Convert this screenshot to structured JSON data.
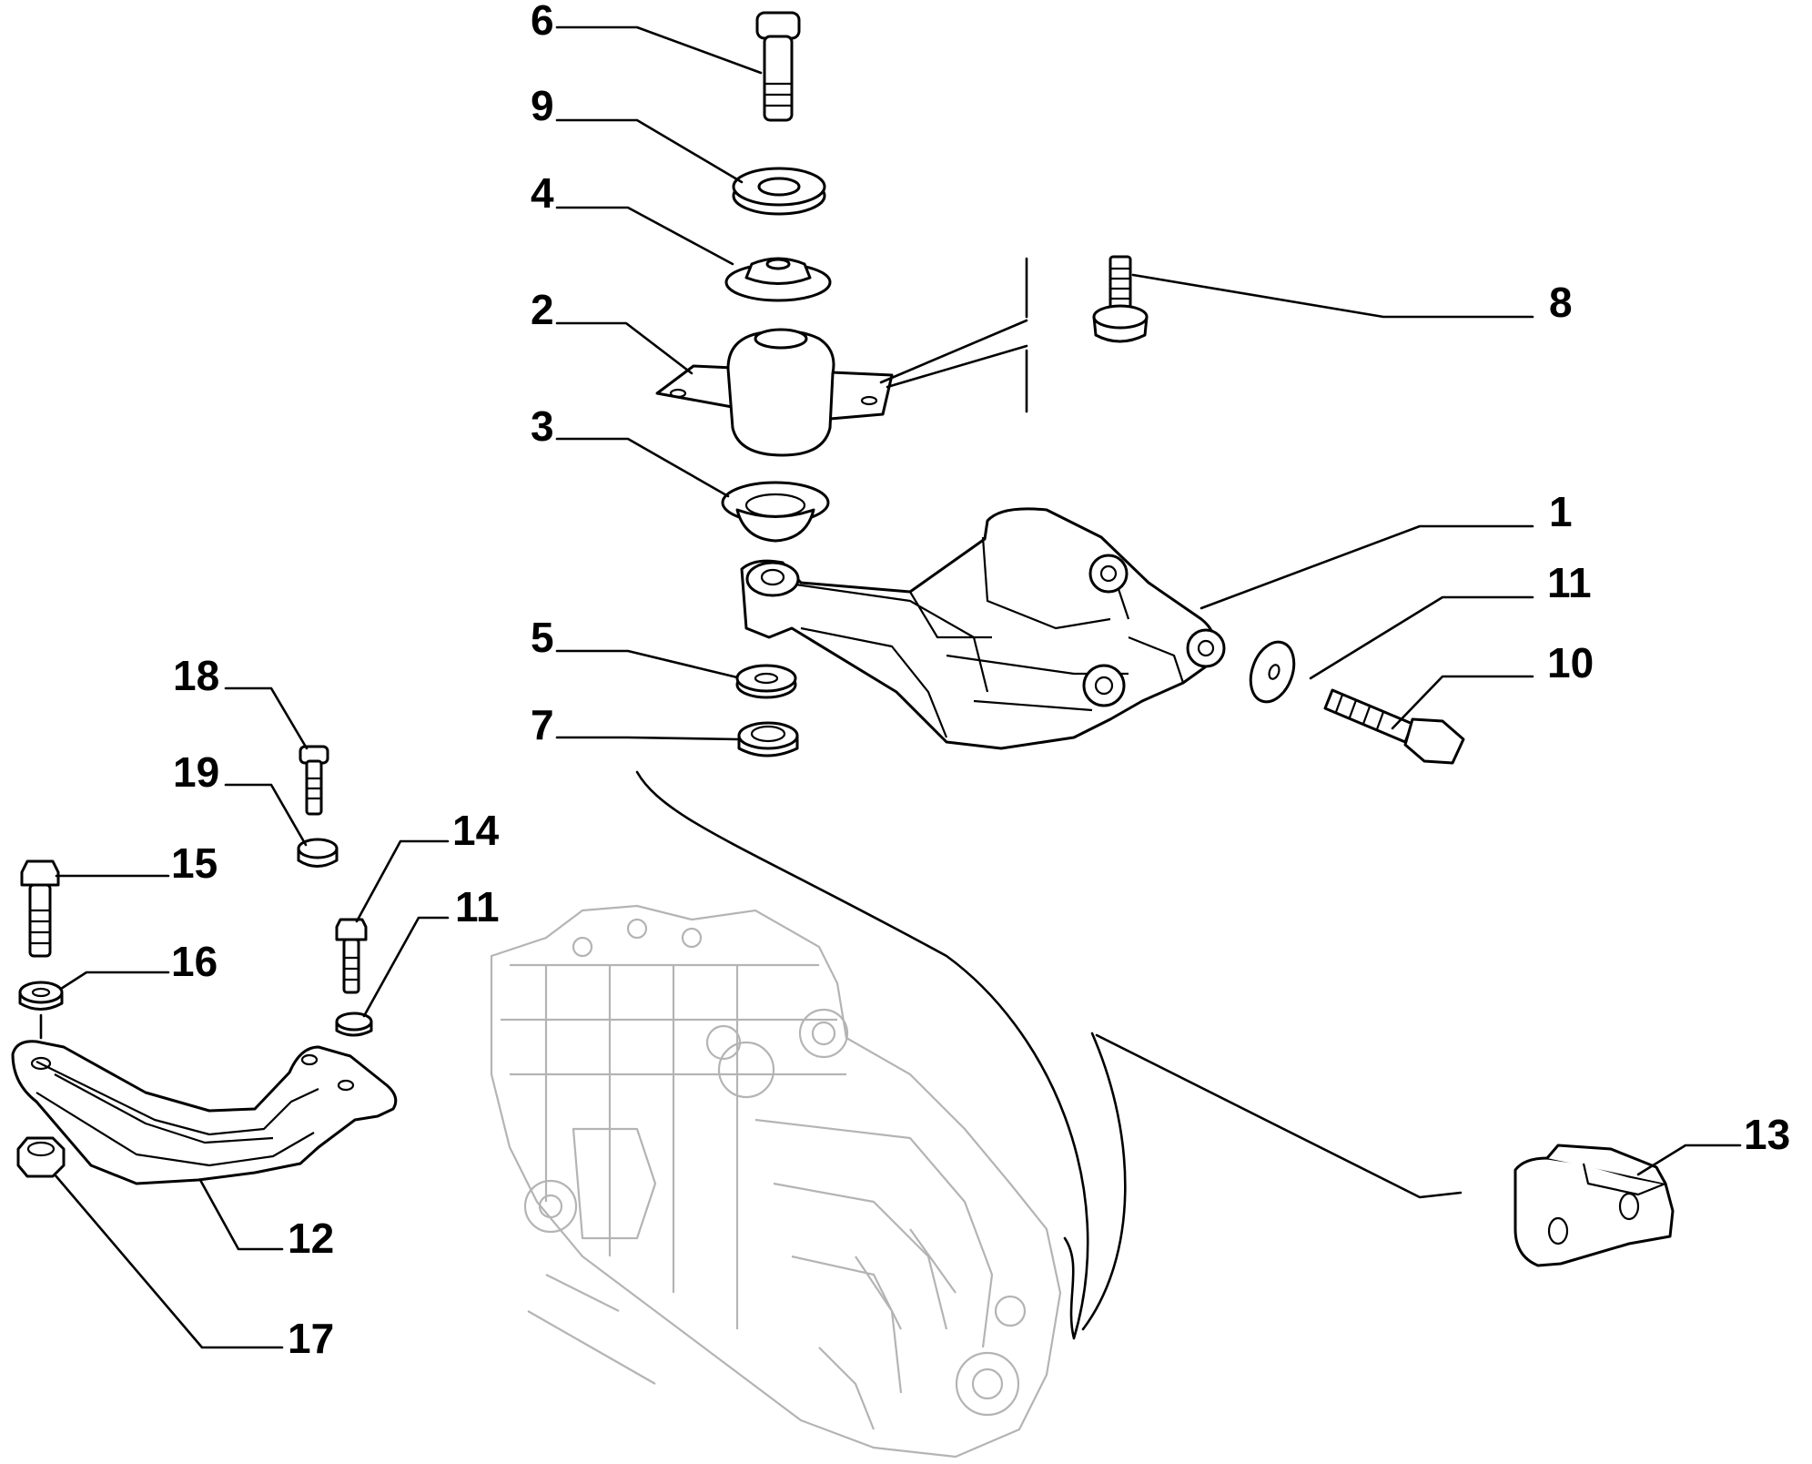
{
  "callouts": {
    "part_1": "1",
    "part_2": "2",
    "part_3": "3",
    "part_4": "4",
    "part_5": "5",
    "part_6": "6",
    "part_7": "7",
    "part_8": "8",
    "part_9": "9",
    "part_10": "10",
    "part_11_upper": "11",
    "part_11_lower": "11",
    "part_12": "12",
    "part_13": "13",
    "part_14": "14",
    "part_15": "15",
    "part_16": "16",
    "part_17": "17",
    "part_18": "18",
    "part_19": "19"
  }
}
